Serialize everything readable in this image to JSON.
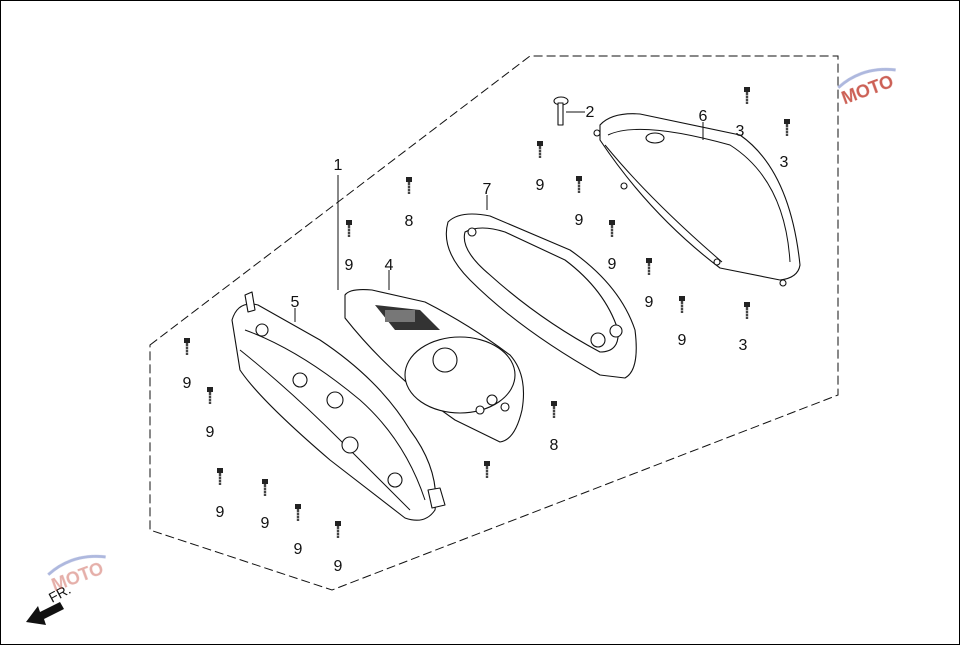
{
  "callouts": {
    "c1": "1",
    "c2": "2",
    "c3a": "3",
    "c3b": "3",
    "c3c": "3",
    "c4": "4",
    "c5": "5",
    "c6": "6",
    "c7": "7",
    "c8a": "8",
    "c8b": "8",
    "c9a": "9",
    "c9b": "9",
    "c9c": "9",
    "c9d": "9",
    "c9e": "9",
    "c9f": "9",
    "c9g": "9",
    "c9h": "9",
    "c9i": "9",
    "c9j": "9",
    "c9k": "9",
    "c9l": "9"
  },
  "direction": {
    "label": "FR."
  },
  "watermark": {
    "text": "MOTO",
    "color": "#c0392b"
  },
  "colors": {
    "line": "#111111",
    "background": "#ffffff",
    "shadow": "#c8c8c8"
  }
}
